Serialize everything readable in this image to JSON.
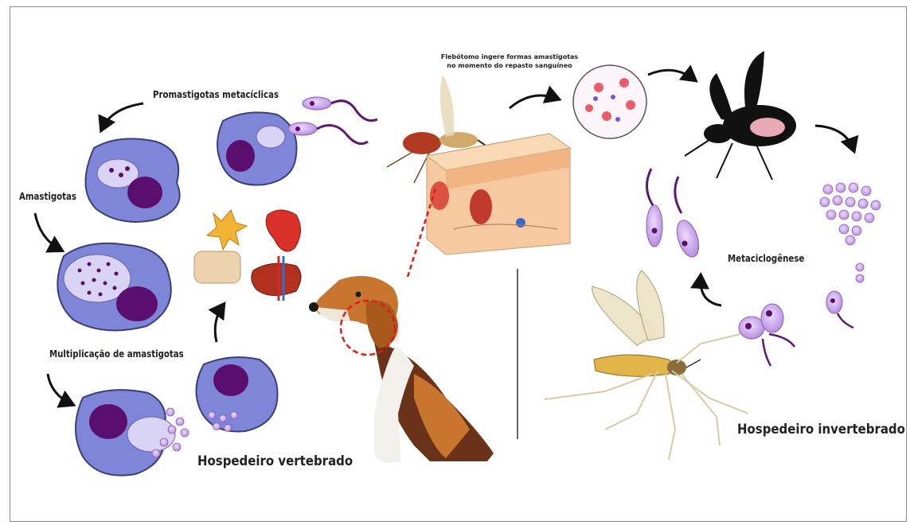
{
  "labels": {
    "promastigotas": "Promastigotas metacíclicas",
    "amastigotas": "Amastigotas",
    "multiplicacao": "Multiplicação de amastigotas",
    "hospedeiro_vertebrado": "Hospedeiro vertebrado",
    "flebotomo_line1": "Flebótomo ingere formas amastigotas",
    "flebotomo_line2": "no momento do repasto sanguíneo",
    "metaciclogenese": "Metaciclogênese",
    "hospedeiro_invertebrado": "Hospedeiro invertebrado"
  },
  "colors": {
    "macrophage": "#7f86d8",
    "macrophage_outline": "#3a3f7a",
    "nucleus": "#5a0f6e",
    "parasite": "#c9a6e6",
    "flagellum": "#5b1a78",
    "skin": "#f6c9a0",
    "blood": "#c0392b"
  }
}
